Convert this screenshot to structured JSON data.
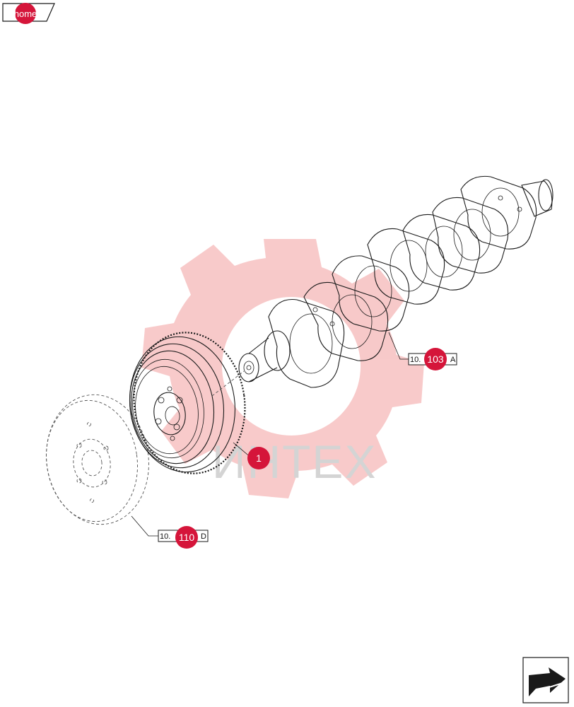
{
  "home": {
    "label": "home"
  },
  "watermark": {
    "text": "ИНТЕХ"
  },
  "callouts": {
    "crankshaft": {
      "ref_left": "10.",
      "number": "103",
      "ref_right": "A"
    },
    "pulley": {
      "number": "1"
    },
    "damper": {
      "ref_left": "10.",
      "number": "110",
      "ref_right": "D"
    }
  },
  "colors": {
    "badge": "#d5153a",
    "watermark": "#f7c4c4",
    "line": "#1a1a1a"
  },
  "icons": {
    "next_page": "arrow-next-icon"
  }
}
